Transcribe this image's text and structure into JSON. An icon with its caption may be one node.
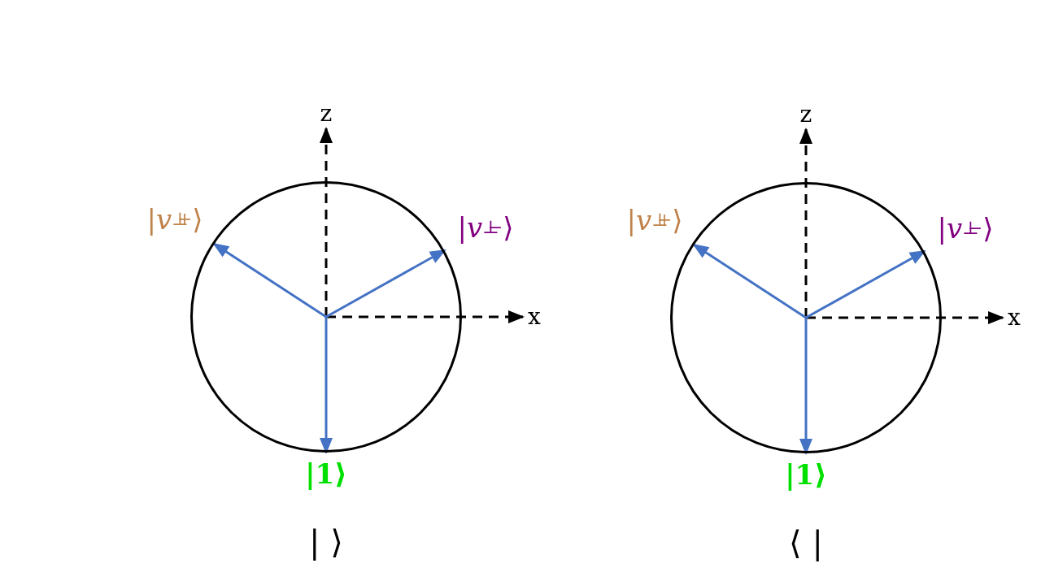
{
  "diagram": {
    "nodes": [
      {
        "text": [],
        "shape": "circle"
      },
      {
        "text": [
          "|*v*$^{⊥}$$_{+}$⟩"
        ]
      },
      {
        "text": [
          "|*v*$^{⊥}$$_{−}$⟩"
        ]
      },
      {
        "text": [
          "|1⟩"
        ]
      },
      {
        "text": [],
        "shape": "circle"
      },
      {
        "text": [
          "|*v*$^{⊥}$$_{+}$⟩"
        ]
      },
      {
        "text": [
          "|*v*$^{⊥}$$_{−}$⟩"
        ]
      },
      {
        "text": [
          "|1⟩"
        ]
      }
    ],
    "edges": [
      {
        "from": 0,
        "to": 1,
        "arrow": "to"
      },
      {
        "from": 0,
        "to": 2,
        "arrow": "to"
      },
      {
        "from": 0,
        "to": 3,
        "arrow": "to"
      },
      {
        "from": 4,
        "to": 5,
        "arrow": "to"
      },
      {
        "from": 4,
        "to": 6,
        "arrow": "to"
      },
      {
        "from": 4,
        "to": 7,
        "arrow": "to"
      }
    ],
    "labels": [
      "z",
      "x",
      "| ⟩",
      "z",
      "x",
      "⟨ |"
    ]
  }
}
